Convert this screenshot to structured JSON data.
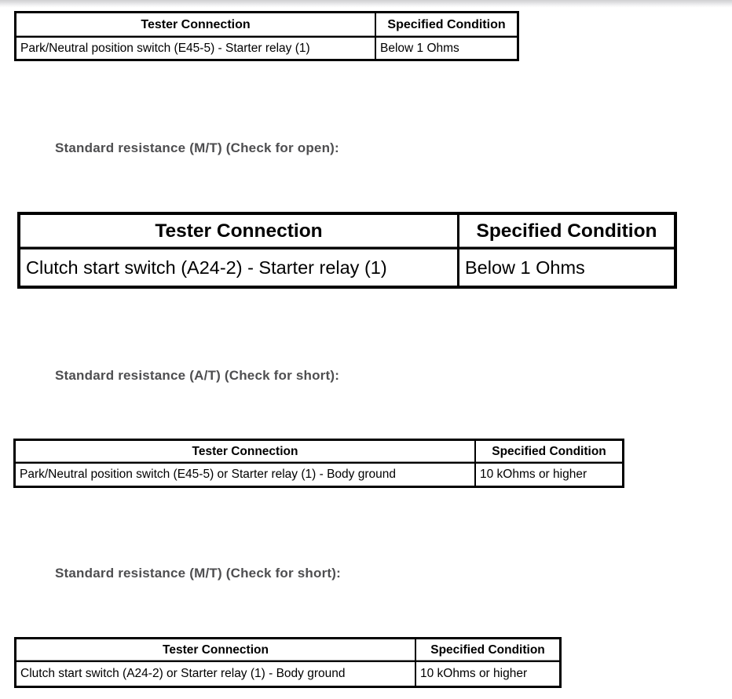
{
  "headings": [
    {
      "text": "Standard resistance (M/T) (Check for open):"
    },
    {
      "text": "Standard resistance (A/T) (Check for short):"
    },
    {
      "text": "Standard resistance (M/T) (Check for short):"
    }
  ],
  "tables": [
    {
      "headers": [
        "Tester Connection",
        "Specified Condition"
      ],
      "rows": [
        [
          "Park/Neutral position switch (E45-5) - Starter relay (1)",
          "Below 1 Ohms"
        ]
      ]
    },
    {
      "headers": [
        "Tester Connection",
        "Specified Condition"
      ],
      "rows": [
        [
          "Clutch start switch (A24-2) - Starter relay (1)",
          "Below 1 Ohms"
        ]
      ]
    },
    {
      "headers": [
        "Tester Connection",
        "Specified Condition"
      ],
      "rows": [
        [
          "Park/Neutral position switch (E45-5) or Starter relay (1) - Body ground",
          "10 kOhms or higher"
        ]
      ]
    },
    {
      "headers": [
        "Tester Connection",
        "Specified Condition"
      ],
      "rows": [
        [
          "Clutch start switch (A24-2) or Starter relay (1) - Body ground",
          "10 kOhms or higher"
        ]
      ]
    }
  ],
  "colors": {
    "table_border": "#000000",
    "table_text": "#000000",
    "heading_text": "#4e4e50",
    "page_background": "#ffffff",
    "top_shadow": "#cfcfd1"
  }
}
